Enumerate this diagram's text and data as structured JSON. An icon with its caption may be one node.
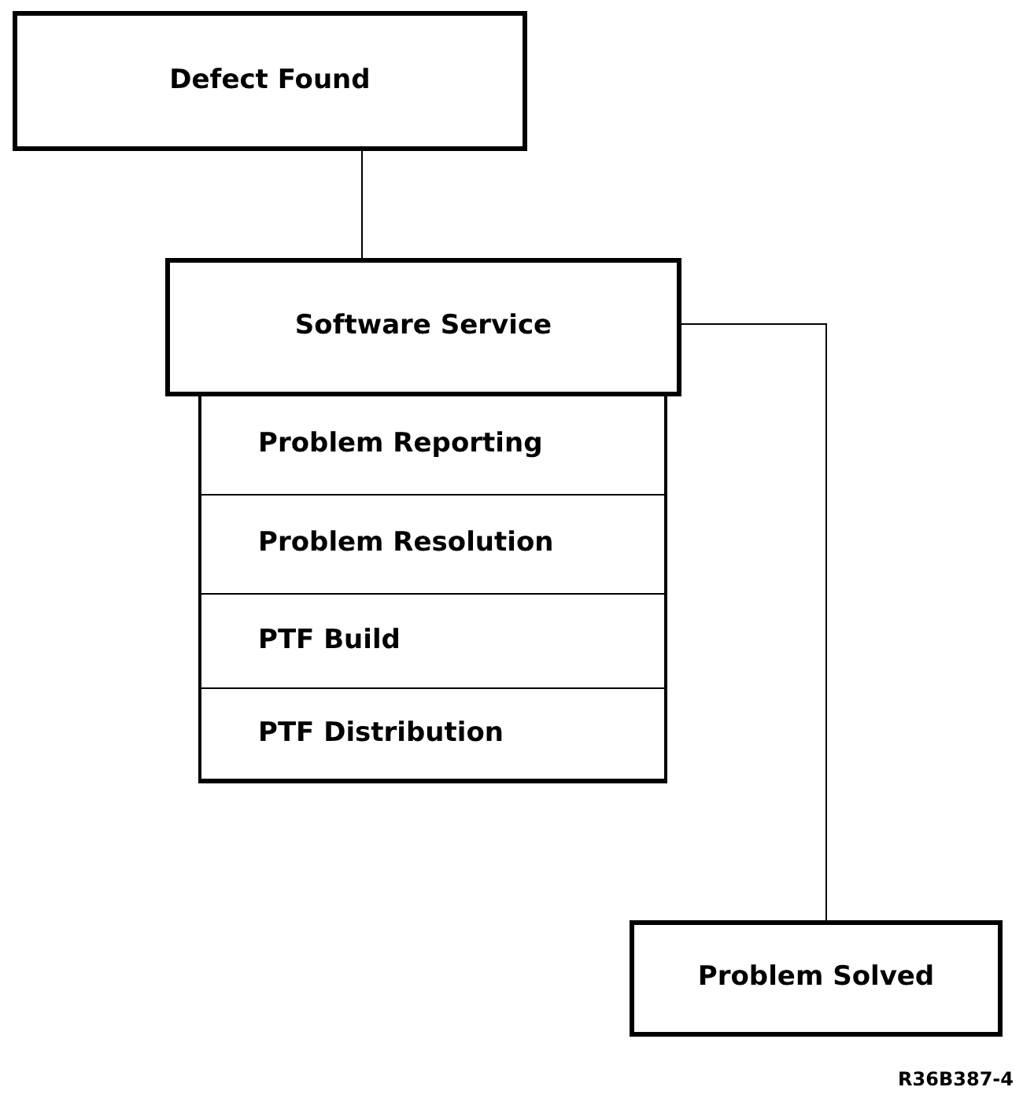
{
  "diagram": {
    "nodes": [
      {
        "text": [
          "Defect Found"
        ]
      },
      {
        "text": [
          "Software Service"
        ]
      },
      {
        "text": [
          "Problem Reporting"
        ]
      },
      {
        "text": [
          "Problem Resolution"
        ]
      },
      {
        "text": [
          "PTF Build"
        ]
      },
      {
        "text": [
          "PTF Distribution"
        ]
      },
      {
        "text": [
          "Problem Solved"
        ]
      }
    ],
    "edges": [
      {
        "from": 0,
        "to": 1,
        "arrow": "none"
      },
      {
        "from": 1,
        "to": 6,
        "arrow": "none"
      }
    ],
    "labels": [
      "R36B387-4"
    ]
  }
}
